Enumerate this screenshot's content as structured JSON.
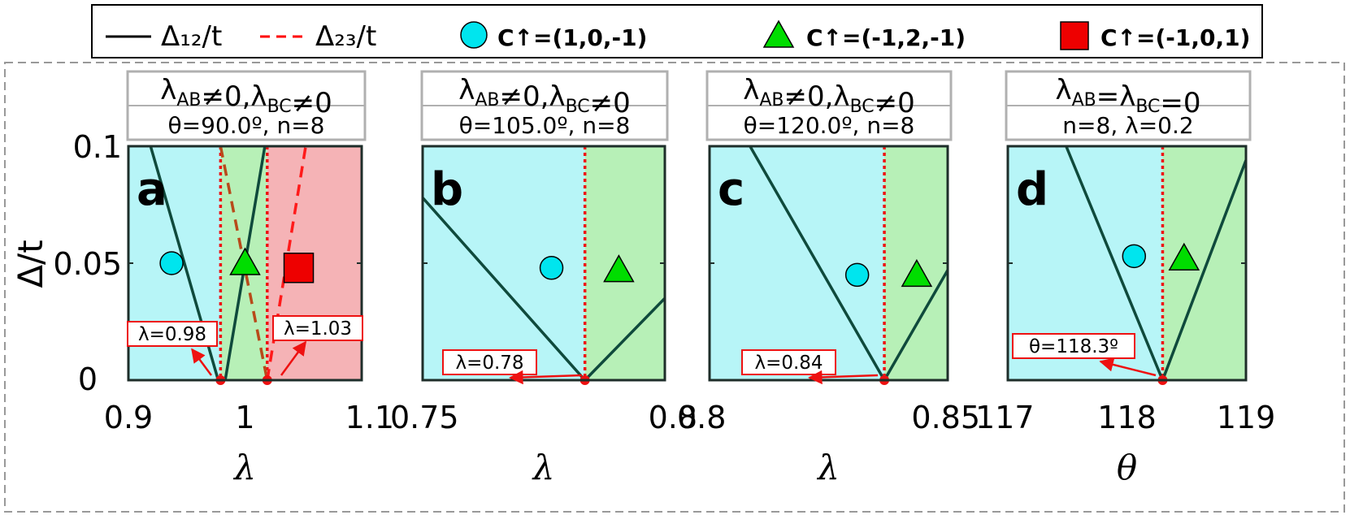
{
  "legend": {
    "items": [
      {
        "kind": "line-solid",
        "label": "Δ₁₂/t",
        "color": "#000000"
      },
      {
        "kind": "line-dashed",
        "label": "Δ₂₃/t",
        "color": "#ff0000"
      },
      {
        "kind": "circle-marker",
        "label": "C↑=(1,0,-1)",
        "color": "#00e5ee"
      },
      {
        "kind": "triangle-marker",
        "label": "C↑=(-1,2,-1)",
        "color": "#00dd00"
      },
      {
        "kind": "square-marker",
        "label": "C↑=(-1,0,1)",
        "color": "#ee0000"
      }
    ]
  },
  "shared": {
    "ylabel": "Δ/t",
    "yticks": [
      "0",
      "0.05",
      "0.1"
    ],
    "ylim": [
      0,
      0.1
    ]
  },
  "colors": {
    "phase1": "#b7f5f7",
    "phase2": "#b7f0b7",
    "phase3": "#f5b3b6",
    "gap12_line": "#0f4a3c",
    "gap23_line": "#ff1a1a",
    "gap23_dark": "#b84a1a",
    "transition": "#ee1111",
    "frame": "#1e2e2a"
  },
  "chart_data": [
    {
      "type": "line",
      "panel_letter": "a",
      "header_line1": "λAB≠0,λBC≠0",
      "header_line2": "θ=90.0º, n=8",
      "xlabel": "λ",
      "xlim": [
        0.9,
        1.1
      ],
      "xtick_labels": [
        "0.9",
        "1",
        "1.1"
      ],
      "xtick_values": [
        0.9,
        1.0,
        1.1
      ],
      "transition_label": "λ=0.98",
      "transition2_label": "λ=1.03",
      "transitions": [
        0.979,
        1.019
      ],
      "regions": [
        {
          "phase": "phase1",
          "from": 0.9,
          "to": 0.979
        },
        {
          "phase": "phase2",
          "from": 0.979,
          "to": 1.019
        },
        {
          "phase": "phase3",
          "from": 1.019,
          "to": 1.1
        }
      ],
      "series": [
        {
          "kind": "gap12",
          "x": [
            0.919,
            0.977
          ],
          "y": [
            0.1,
            0.0
          ]
        },
        {
          "kind": "gap12",
          "x": [
            0.983,
            1.017
          ],
          "y": [
            0.0,
            0.1
          ]
        },
        {
          "kind": "gap23dark",
          "x": [
            0.979,
            1.019
          ],
          "y": [
            0.1,
            0.0
          ]
        },
        {
          "kind": "gap23",
          "x": [
            1.019,
            1.052
          ],
          "y": [
            0.0,
            0.1
          ]
        }
      ],
      "markers": [
        {
          "shape": "circle",
          "x": 0.937,
          "y": 0.05
        },
        {
          "shape": "triangle",
          "x": 1.0,
          "y": 0.05
        },
        {
          "shape": "square",
          "x": 1.046,
          "y": 0.048
        }
      ]
    },
    {
      "type": "line",
      "panel_letter": "b",
      "header_line1": "λAB≠0,λBC≠0",
      "header_line2": "θ=105.0º, n=8",
      "xlabel": "λ",
      "xlim": [
        0.75,
        0.8
      ],
      "xtick_labels": [
        "0.75",
        "0.8"
      ],
      "xtick_values": [
        0.75,
        0.8
      ],
      "transition_label": "λ=0.78",
      "transitions": [
        0.7835
      ],
      "regions": [
        {
          "phase": "phase1",
          "from": 0.75,
          "to": 0.7835
        },
        {
          "phase": "phase2",
          "from": 0.7835,
          "to": 0.8
        }
      ],
      "series": [
        {
          "kind": "gap12",
          "x": [
            0.75,
            0.7835,
            0.8
          ],
          "y": [
            0.078,
            0.0,
            0.035
          ]
        }
      ],
      "markers": [
        {
          "shape": "circle",
          "x": 0.7766,
          "y": 0.048
        },
        {
          "shape": "triangle",
          "x": 0.7905,
          "y": 0.047
        }
      ]
    },
    {
      "type": "line",
      "panel_letter": "c",
      "header_line1": "λAB≠0,λBC≠0",
      "header_line2": "θ=120.0º, n=8",
      "xlabel": "λ",
      "xlim": [
        0.8,
        0.85
      ],
      "xtick_labels": [
        "0.8",
        "0.85"
      ],
      "xtick_values": [
        0.8,
        0.85
      ],
      "transition_label": "λ=0.84",
      "transitions": [
        0.8367
      ],
      "regions": [
        {
          "phase": "phase1",
          "from": 0.8,
          "to": 0.8367
        },
        {
          "phase": "phase2",
          "from": 0.8367,
          "to": 0.85
        }
      ],
      "series": [
        {
          "kind": "gap12",
          "x": [
            0.8085,
            0.8367,
            0.85
          ],
          "y": [
            0.1,
            0.0,
            0.047
          ]
        }
      ],
      "markers": [
        {
          "shape": "circle",
          "x": 0.831,
          "y": 0.045
        },
        {
          "shape": "triangle",
          "x": 0.8435,
          "y": 0.045
        }
      ]
    },
    {
      "type": "line",
      "panel_letter": "d",
      "header_line1": "λAB=λBC=0",
      "header_line2": "n=8, λ=0.2",
      "xlabel": "θ",
      "xlim": [
        117,
        119
      ],
      "xtick_labels": [
        "117",
        "118",
        "119"
      ],
      "xtick_values": [
        117,
        118,
        119
      ],
      "transition_label": "θ=118.3º",
      "transitions": [
        118.3
      ],
      "regions": [
        {
          "phase": "phase1",
          "from": 117,
          "to": 118.3
        },
        {
          "phase": "phase2",
          "from": 118.3,
          "to": 119
        }
      ],
      "series": [
        {
          "kind": "gap12",
          "x": [
            117.49,
            118.3,
            119.0
          ],
          "y": [
            0.1,
            0.0,
            0.094
          ]
        }
      ],
      "markers": [
        {
          "shape": "circle",
          "x": 118.06,
          "y": 0.053
        },
        {
          "shape": "triangle",
          "x": 118.48,
          "y": 0.052
        }
      ]
    }
  ]
}
